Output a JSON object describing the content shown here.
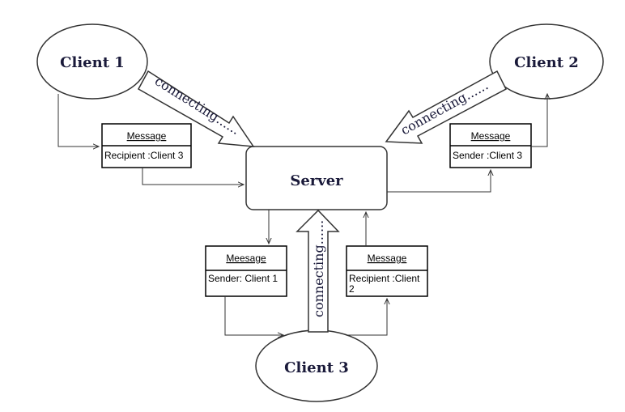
{
  "nodes": {
    "client1": "Client 1",
    "client2": "Client 2",
    "client3": "Client 3",
    "server": "Server"
  },
  "connecting": {
    "label": "connecting",
    "dots": "......"
  },
  "messages": {
    "m1": {
      "title": "Message",
      "body": "Recipient :Client 3"
    },
    "m2": {
      "title": "Message",
      "body": "Sender :Client 3"
    },
    "m3": {
      "title": "Meesage",
      "body": "Sender: Client 1"
    },
    "m4": {
      "title": "Message",
      "body_line1": "Recipient :Client",
      "body_line2": "2"
    }
  }
}
